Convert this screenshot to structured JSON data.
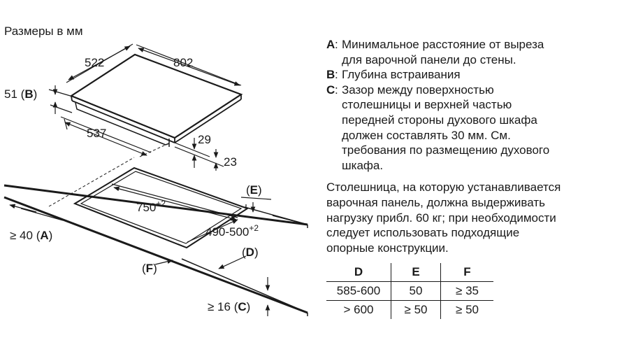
{
  "units_caption": "Размеры в мм",
  "dimensions": {
    "width_hob": "522",
    "depth_hob": "802",
    "b_value": "51",
    "b_label": "B",
    "cut_width": "537",
    "dim_29": "29",
    "dim_23": "23",
    "cutout_width": "750",
    "cutout_width_tol": "+2",
    "cutout_depth": "490-500",
    "cutout_depth_tol": "+2",
    "e_label": "E",
    "d_label": "D",
    "f_label": "F",
    "a_prefix": "≥ 40 ",
    "a_label": "A",
    "c_prefix": "≥ 16 ",
    "c_label": "C"
  },
  "legend": [
    {
      "key": "A",
      "text": "Минимальное расстояние от выреза\nдля варочной панели до стены."
    },
    {
      "key": "B",
      "text": "Глубина встраивания"
    },
    {
      "key": "C",
      "text": "Зазор между поверхностью\nстолешницы и верхней частью\nпередней стороны духового шкафа\nдолжен составлять 30 мм. См.\nтребования по размещению духового\nшкафа."
    }
  ],
  "note": "Столешница, на которую устанавливается\nварочная панель, должна выдерживать\nнагрузку прибл. 60 кг; при необходимости\nследует использовать подходящие\nопорные конструкции.",
  "table": {
    "headers": [
      "D",
      "E",
      "F"
    ],
    "rows": [
      [
        "585-600",
        "50",
        "≥ 35"
      ],
      [
        "> 600",
        "≥ 50",
        "≥ 50"
      ]
    ]
  }
}
